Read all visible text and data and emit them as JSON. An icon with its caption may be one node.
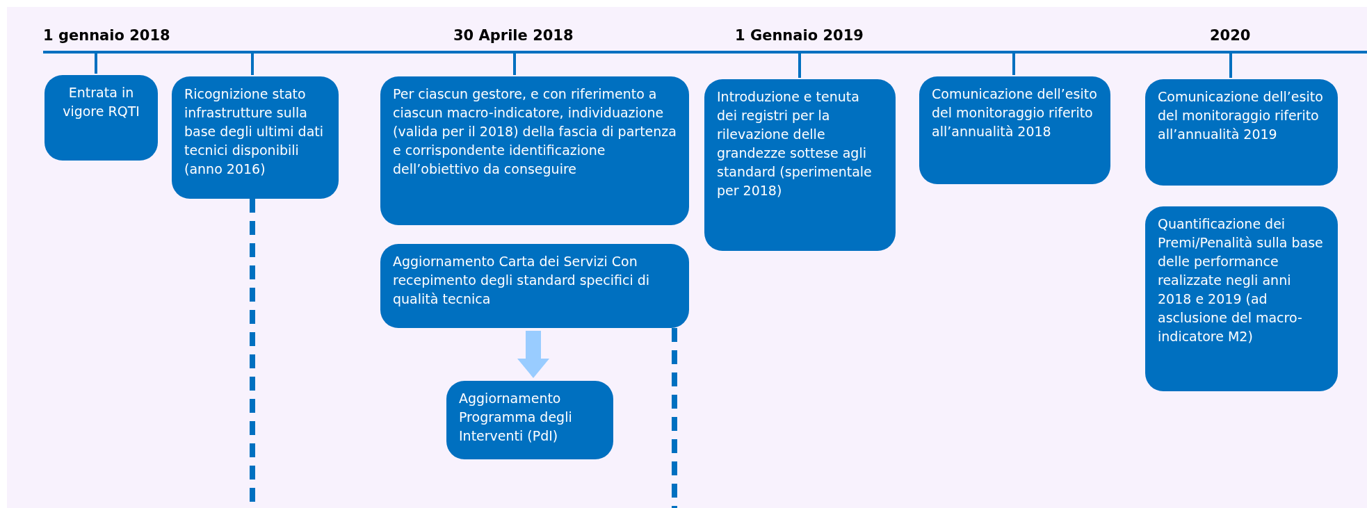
{
  "diagram": {
    "nodes": [
      {
        "text": [
          "Entrata in vigore RQTI"
        ]
      },
      {
        "text": [
          "Ricognizione stato infrastrutture sulla base degli ultimi dati tecnici disponibili (anno 2016)"
        ]
      },
      {
        "text": [
          "Per ciascun gestore, e con riferimento a ciascun macro-indicatore, individuazione (valida per il 2018) della fascia di partenza e corrispondente identificazione dell’obiettivo da conseguire"
        ]
      },
      {
        "text": [
          "Aggiornamento Carta dei Servizi Con recepimento degli standard specifici di qualità tecnica"
        ]
      },
      {
        "text": [
          "Aggiornamento Programma degli Interventi (PdI)"
        ]
      },
      {
        "text": [
          "Introduzione e tenuta dei registri per la rilevazione delle grandezze sottese agli standard (sperimentale per 2018)"
        ]
      },
      {
        "text": [
          "Comunicazione dell’esito del monitoraggio riferito all’annualità 2018"
        ]
      },
      {
        "text": [
          "Comunicazione dell’esito del monitoraggio riferito all’annualità 2019"
        ]
      },
      {
        "text": [
          "Quantificazione dei Premi/Penalità sulla base delle performance realizzate negli anni 2018 e 2019 (ad asclusione del macro-indicatore M2)"
        ]
      }
    ],
    "edges": [
      {
        "from": 3,
        "to": 4,
        "arrow": "to",
        "style": "thick",
        "color": "#99ccff"
      },
      {
        "from": 1,
        "to": null,
        "arrow": "none",
        "style": "dashed"
      },
      {
        "from": 3,
        "to": null,
        "arrow": "none",
        "style": "dashed"
      }
    ],
    "labels": [
      "1 gennaio 2018",
      "30 Aprile 2018",
      "1 Gennaio 2019",
      "2020"
    ]
  }
}
